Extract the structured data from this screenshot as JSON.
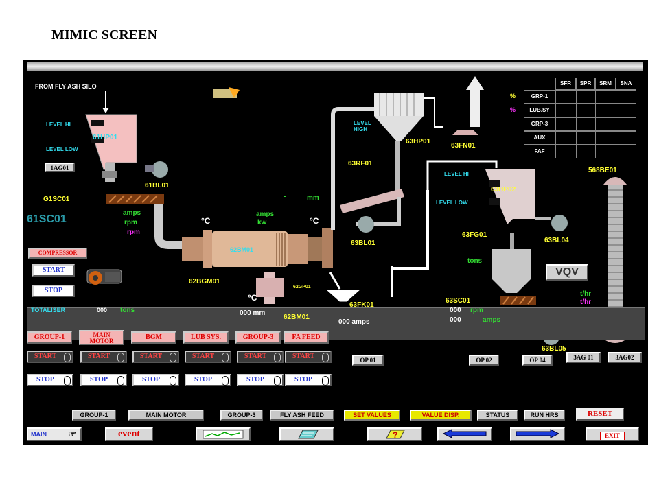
{
  "page_title": "MIMIC SCREEN",
  "silo": {
    "source": "FROM FLY ASH SILO",
    "hopper": "61HP01",
    "level_hi": "LEVEL HI",
    "level_low": "LEVEL LOW",
    "feeder_btn": "1AG01",
    "blower": "61BL01",
    "screw_small": "G1SC01",
    "screw_big": "61SC01"
  },
  "compressor": {
    "label": "COMPRESSOR",
    "start": "START",
    "stop": "STOP"
  },
  "mill": {
    "name": "62BM01",
    "gearbox": "62BGM01",
    "pump": "62GP01",
    "motor": "62BM01",
    "amps": "amps",
    "kw": "kw",
    "rpm": "rpm",
    "deg_c": "°C",
    "mm": "mm",
    "dash": "-",
    "val_mm": "000 mm",
    "amps_val": "000 amps",
    "totalizer": "TOTALISER",
    "totalizer_val": "000",
    "tons": "tons"
  },
  "separator": {
    "filter": "63RF01",
    "level_high": "LEVEL HIGH",
    "hopper": "63HP01",
    "fan": "63FN01",
    "blower": "63BL01",
    "feeder": "63FK01"
  },
  "product": {
    "hopper": "63HP02",
    "level_hi": "LEVEL HI",
    "level_low": "LEVEL LOW",
    "feeder": "63FG01",
    "blower": "63BL04",
    "tons": "tons",
    "screw": "63SC01",
    "blower2": "63BL05",
    "elevator": "568BE01",
    "vqv": "VQV",
    "rpm_val": "000",
    "rpm": "rpm",
    "amps_val": "000",
    "amps": "amps",
    "thr1": "t/hr",
    "thr2": "t/hr"
  },
  "status_table": {
    "headers": [
      "SFR",
      "SPR",
      "SRM",
      "SNA"
    ],
    "rows": [
      {
        "mark": "%",
        "label": "GRP-1"
      },
      {
        "mark": "%",
        "label": "LUB.SY"
      },
      {
        "mark": "",
        "label": "GRP-3"
      },
      {
        "mark": "",
        "label": "AUX"
      },
      {
        "mark": "",
        "label": "FAF"
      }
    ]
  },
  "groups": [
    {
      "label": "GROUP-1",
      "start": "START",
      "stop": "STOP"
    },
    {
      "label": "MAIN MOTOR",
      "start": "START",
      "stop": "STOP"
    },
    {
      "label": "BGM",
      "start": "START",
      "stop": "STOP"
    },
    {
      "label": "LUB SYS.",
      "start": "START",
      "stop": "STOP"
    },
    {
      "label": "GROUP-3",
      "start": "START",
      "stop": "STOP"
    },
    {
      "label": "FA FEED",
      "start": "START",
      "stop": "STOP"
    }
  ],
  "op_buttons": [
    "OP 01",
    "OP 02",
    "OP 04",
    "3AG 01",
    "3AG02"
  ],
  "bottom_labels": [
    "GROUP-1",
    "MAIN MOTOR",
    "GROUP-3",
    "FLY ASH FEED"
  ],
  "bottom_actions": {
    "set_values": "SET VALUES",
    "value_disp": "VALUE DISP.",
    "status": "STATUS",
    "run_hrs": "RUN HRS",
    "reset": "RESET"
  },
  "nav": {
    "main": "MAIN",
    "event": "event",
    "exit": "EXIT"
  }
}
